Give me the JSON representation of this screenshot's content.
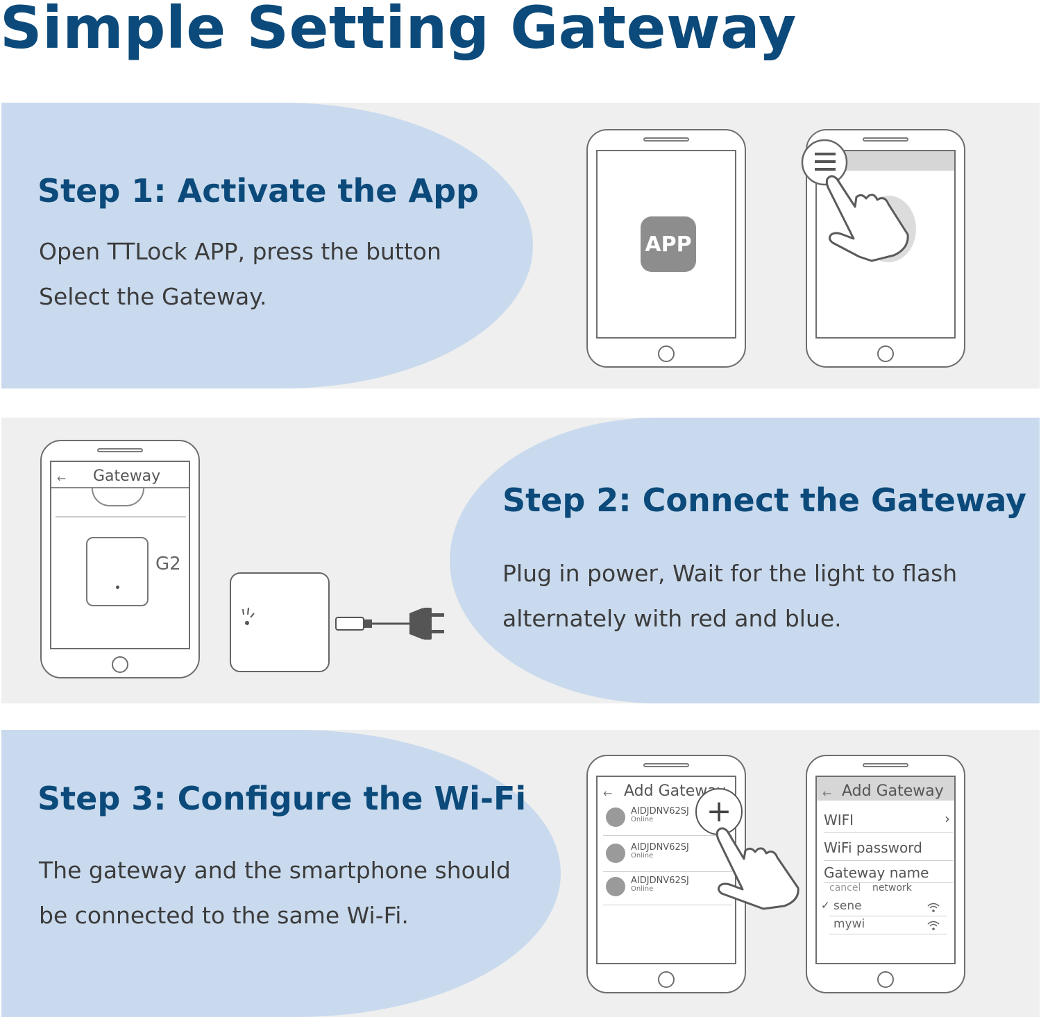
{
  "title": "Simple Setting Gateway",
  "colors": {
    "accent": "#0b4a7a",
    "panel_bg": "#efefef",
    "blob": "#c9daee",
    "text": "#3c3c3c"
  },
  "steps": [
    {
      "title": "Step 1: Activate the App",
      "lines": [
        "Open TTLock APP, press the button",
        "Select the Gateway."
      ]
    },
    {
      "title": "Step 2: Connect the Gateway",
      "lines": [
        "Plug in power, Wait for the light to flash",
        "alternately with red and blue."
      ]
    },
    {
      "title": "Step 3: Configure the Wi-Fi",
      "lines": [
        "The gateway and the smartphone should",
        "be connected to the same Wi-Fi."
      ]
    }
  ],
  "phones": {
    "app_icon_label": "APP",
    "gateway_screen_title": "Gateway",
    "gateway_model": "G2",
    "add_gateway_title": "Add Gateway",
    "devices": [
      {
        "name": "AIDJDNV62SJ",
        "status": "Online"
      },
      {
        "name": "AIDJDNV62SJ",
        "status": "Online"
      },
      {
        "name": "AIDJDNV62SJ",
        "status": "Online"
      }
    ],
    "plus_label": "+",
    "form": {
      "wifi_label": "WIFI",
      "wifi_password_label": "WiFi password",
      "gateway_name_label": "Gateway name",
      "cancel_label": "cancel",
      "network_label": "network",
      "networks": [
        "sene",
        "mywi"
      ]
    }
  },
  "icons": [
    "menu-icon",
    "pointing-hand-icon",
    "back-arrow-icon",
    "chevron-right-icon",
    "wifi-icon",
    "checkmark-icon",
    "plus-icon",
    "power-plug-icon",
    "usb-cable-icon",
    "gateway-light-icon"
  ]
}
